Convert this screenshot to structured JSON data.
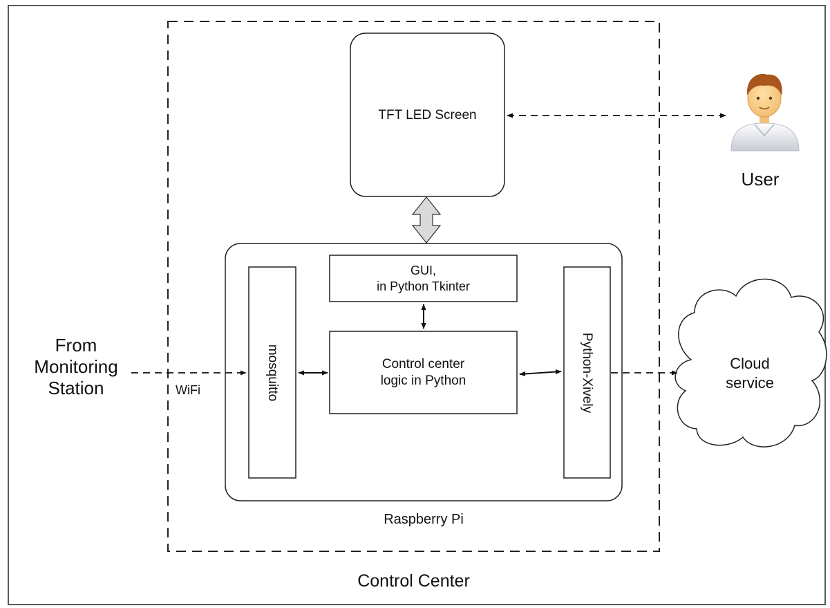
{
  "diagram": {
    "nodes": {
      "tft_screen": "TFT LED Screen",
      "user": "User",
      "gui": "GUI,\nin Python Tkinter",
      "control_logic": "Control center\nlogic in Python",
      "mosquitto": "mosquitto",
      "python_xively": "Python-Xively",
      "cloud": "Cloud\nservice",
      "monitoring_station": "From\nMonitoring\nStation"
    },
    "edge_labels": {
      "wifi": "WiFi"
    },
    "groups": {
      "raspberry_pi": "Raspberry Pi",
      "control_center": "Control Center"
    },
    "edges": [
      {
        "from": "monitoring_station",
        "to": "mosquitto",
        "style": "dashed",
        "label": "WiFi"
      },
      {
        "from": "mosquitto",
        "to": "control_logic",
        "style": "solid",
        "bidirectional": true
      },
      {
        "from": "control_logic",
        "to": "python_xively",
        "style": "solid",
        "bidirectional": true
      },
      {
        "from": "python_xively",
        "to": "cloud",
        "style": "dashed"
      },
      {
        "from": "gui",
        "to": "control_logic",
        "style": "solid",
        "bidirectional": true
      },
      {
        "from": "tft_screen",
        "to": "user",
        "style": "dashed",
        "bidirectional": true
      },
      {
        "from": "tft_screen",
        "to": "raspberry_pi",
        "style": "block-arrow",
        "bidirectional": true
      }
    ]
  }
}
